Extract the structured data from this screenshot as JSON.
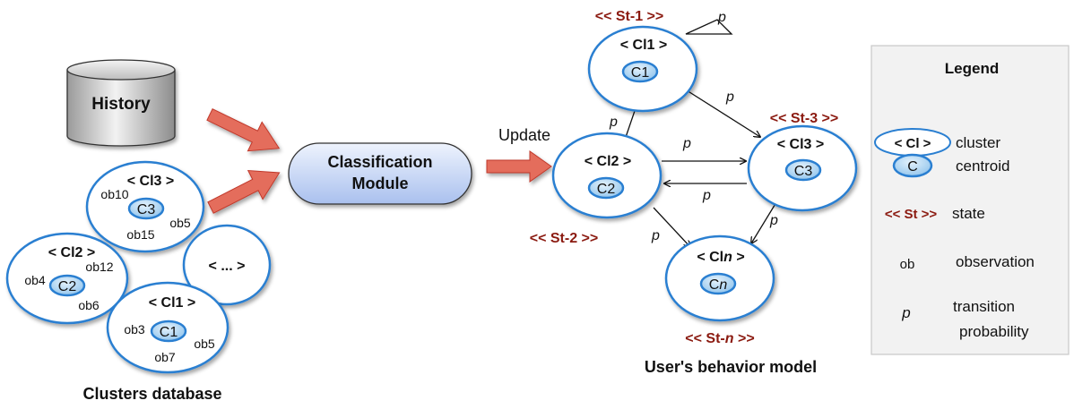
{
  "colors": {
    "cluster_border": "#2a7fd1",
    "centroid_fill": "#a9d3f2",
    "state_text": "#8b1a10",
    "arrow_fill": "#e46d5c",
    "module_fill": "#c9d8f6",
    "legend_fill": "#f2f2f2"
  },
  "history": {
    "label": "History"
  },
  "module": {
    "line1": "Classification",
    "line2": "Module"
  },
  "update_label": "Update",
  "clusters_db": {
    "caption": "Clusters database",
    "cl3": {
      "label": "< Cl3 >",
      "centroid": "C3",
      "obs": [
        "ob10",
        "ob5",
        "ob15"
      ]
    },
    "cl2": {
      "label": "< Cl2 >",
      "centroid": "C2",
      "obs": [
        "ob12",
        "ob4",
        "ob6"
      ]
    },
    "cl1": {
      "label": "< Cl1 >",
      "centroid": "C1",
      "obs": [
        "ob3",
        "ob5",
        "ob7"
      ]
    },
    "more": {
      "label": "< ... >"
    }
  },
  "model": {
    "caption": "User's behavior model",
    "nodes": {
      "cl1": {
        "label": "< Cl1 >",
        "centroid": "C1",
        "state": "<< St-1 >>"
      },
      "cl2": {
        "label": "< Cl2 >",
        "centroid": "C2",
        "state": "<< St-2 >>"
      },
      "cl3": {
        "label": "< Cl3 >",
        "centroid": "C3",
        "state": "<< St-3 >>"
      },
      "cln": {
        "label_prefix": "< Cl",
        "label_var": "n",
        "label_suffix": " >",
        "centroid_prefix": "C",
        "centroid_var": "n",
        "state_prefix": "<< St-",
        "state_var": "n",
        "state_suffix": " >>"
      }
    },
    "transition_symbol": "p"
  },
  "legend": {
    "title": "Legend",
    "items": [
      {
        "symbol": "< Cl >",
        "text": "cluster"
      },
      {
        "symbol": "C",
        "text": "centroid"
      },
      {
        "symbol": "<< St >>",
        "text": "state"
      },
      {
        "symbol": "ob",
        "text": "observation"
      },
      {
        "symbol": "p",
        "text": "transition",
        "text2": "probability"
      }
    ]
  }
}
